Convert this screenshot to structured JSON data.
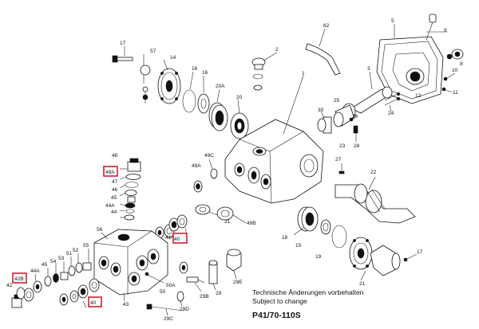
{
  "diagram": {
    "labels": [
      "17",
      "57",
      "14",
      "16",
      "16",
      "20A",
      "20",
      "2",
      "62",
      "1",
      "5",
      "9",
      "8",
      "10",
      "12",
      "11",
      "3",
      "30",
      "25",
      "24",
      "26",
      "28",
      "27",
      "23",
      "22",
      "31",
      "49C",
      "49A",
      "49B",
      "48",
      "48A",
      "47",
      "46",
      "45",
      "44A",
      "44",
      "41",
      "40",
      "56",
      "55",
      "52",
      "51",
      "53",
      "54",
      "45",
      "44A",
      "42",
      "42B",
      "43",
      "50A",
      "50",
      "29E",
      "29",
      "29B",
      "29D",
      "29C",
      "40",
      "18",
      "15",
      "19",
      "21",
      "17"
    ],
    "highlighted": [
      "48A",
      "40",
      "42B",
      "40"
    ]
  },
  "notes": {
    "line1": "Technische Änderungen vorbehalten",
    "line2": "Subject to change",
    "model": "P41/70-110S"
  }
}
